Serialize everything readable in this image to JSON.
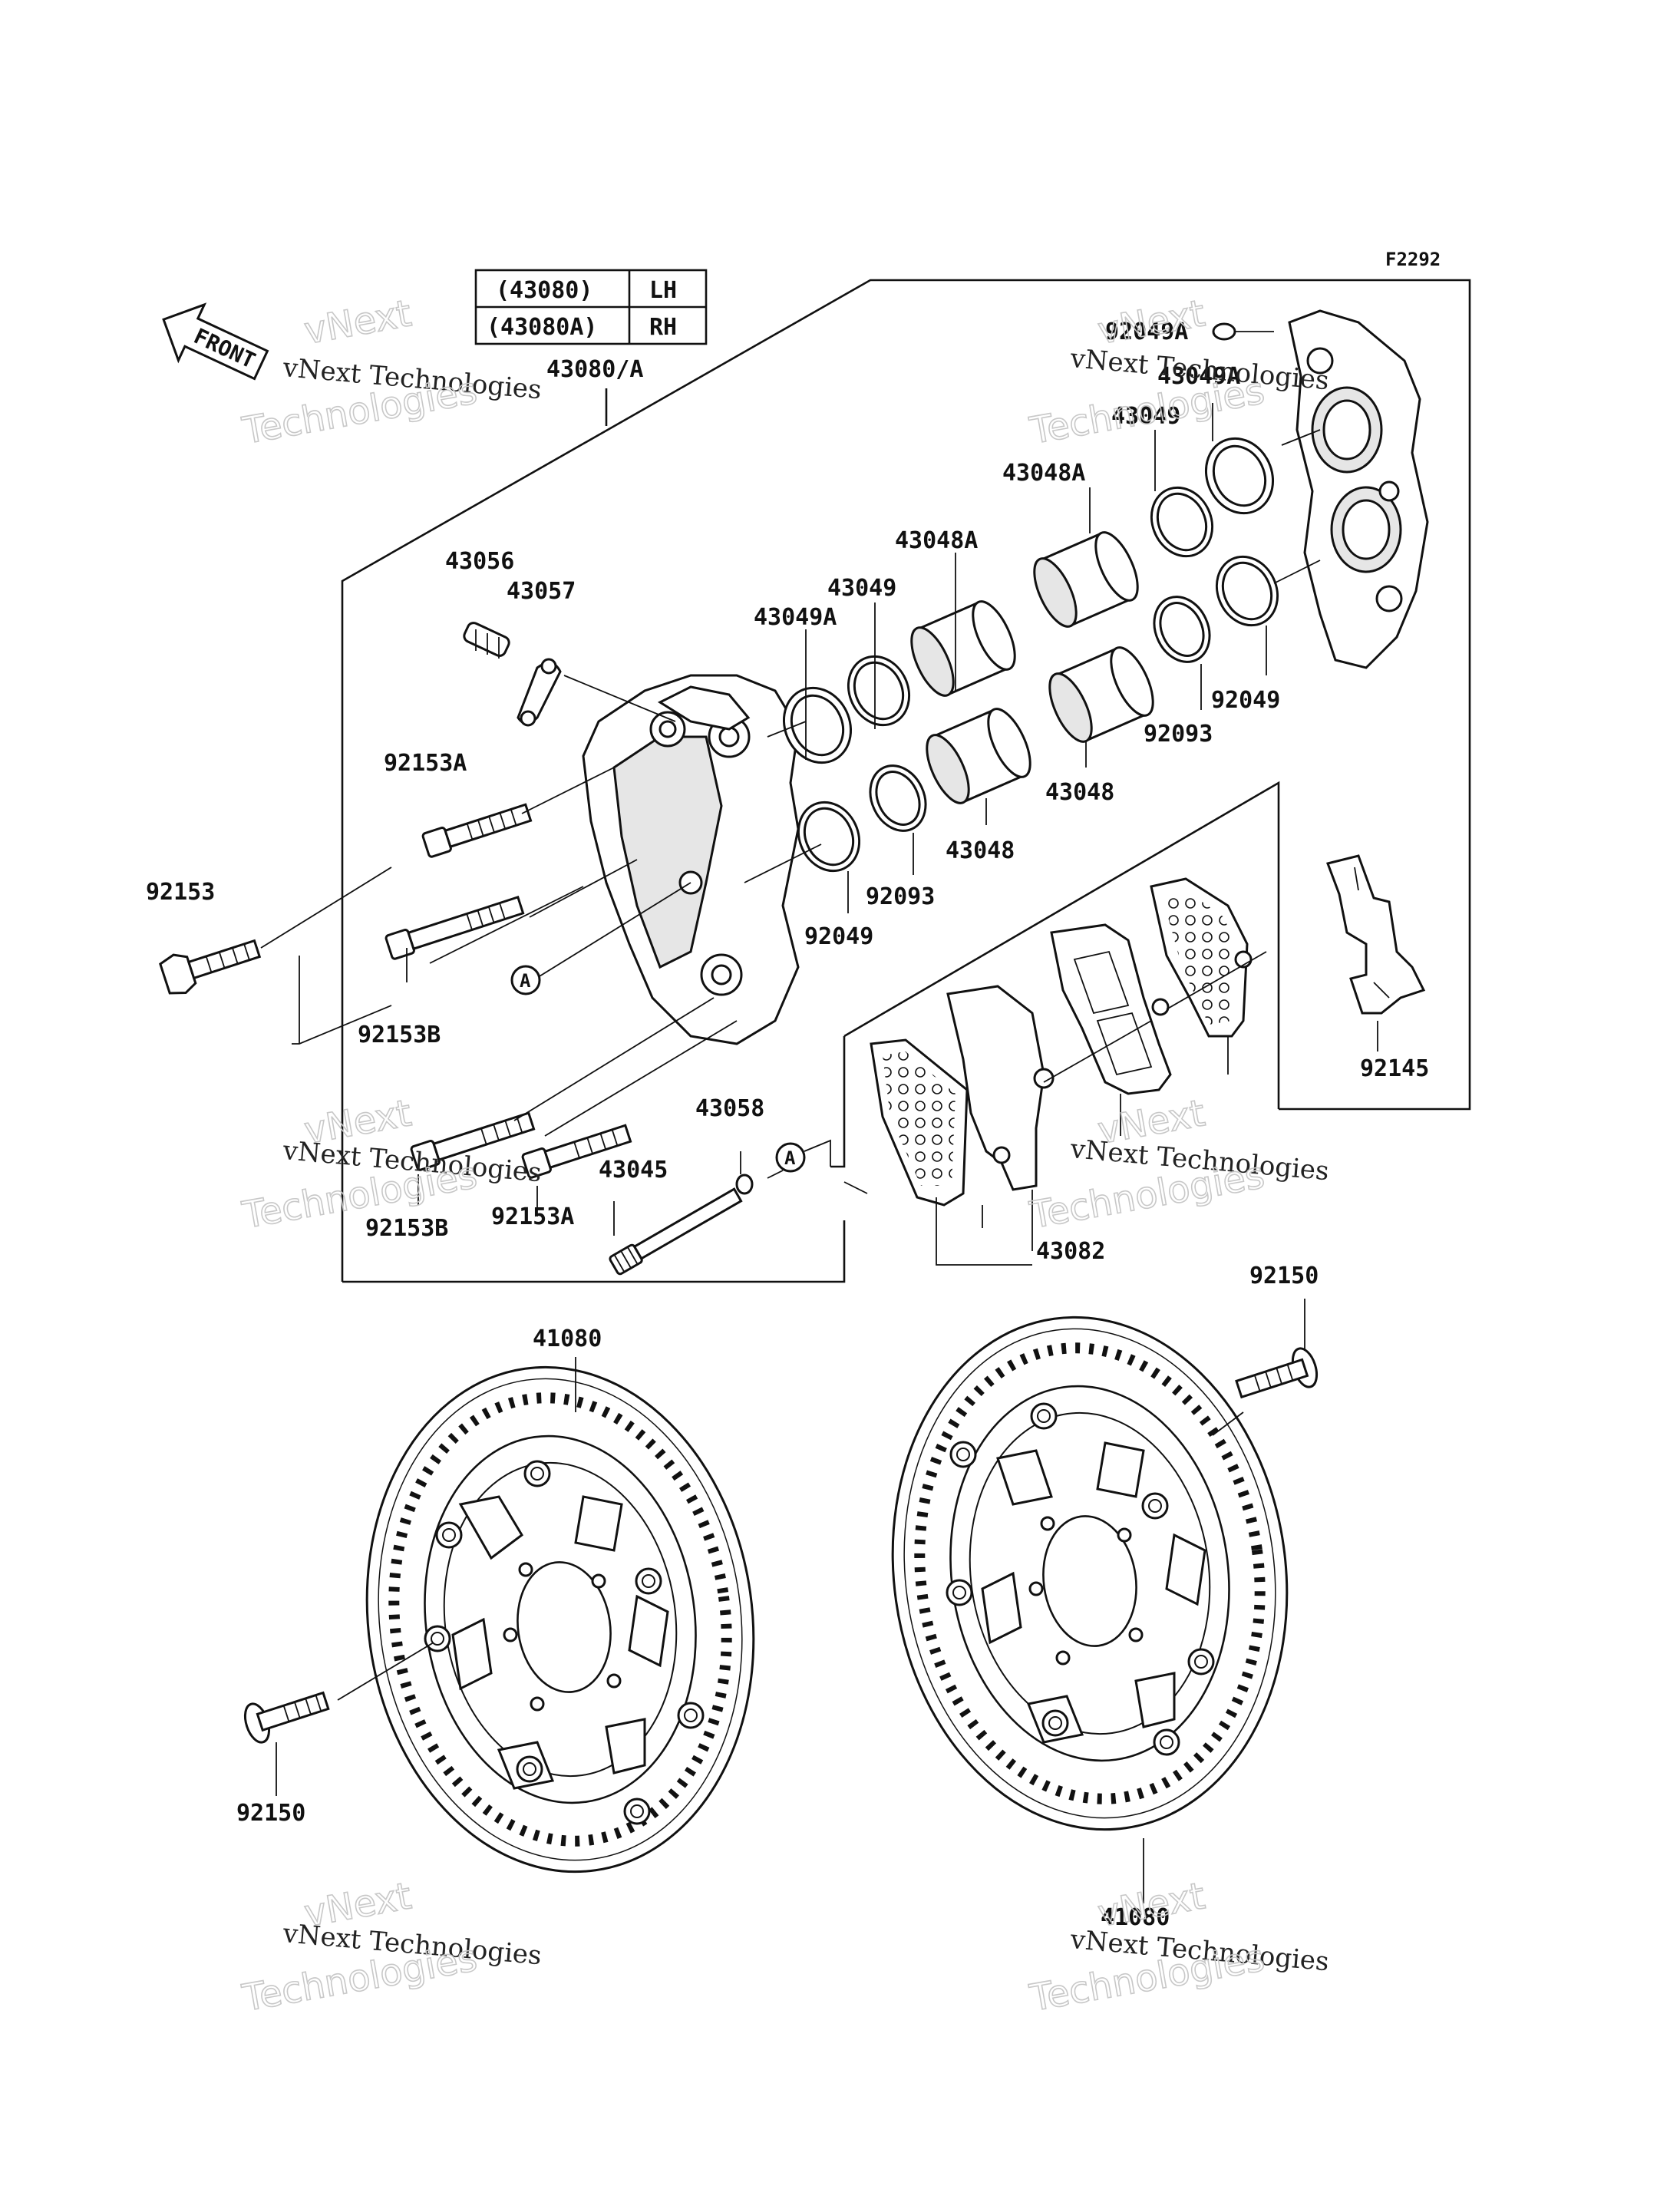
{
  "figure_code": "F2292",
  "front_label": "FRONT",
  "table": {
    "rows": [
      {
        "part": "(43080)",
        "side": "LH"
      },
      {
        "part": "(43080A)",
        "side": "RH"
      }
    ]
  },
  "labels": {
    "caliper_assy": "43080/A",
    "bleeder": "43056",
    "cap": "43057",
    "bolt_92153A_top": "92153A",
    "bolt_92153": "92153",
    "bolt_92153B_left": "92153B",
    "bolt_92153B_bottom": "92153B",
    "bolt_92153A_bottom": "92153A",
    "pin": "43045",
    "ring_43058": "43058",
    "seal_43049A_left": "43049A",
    "seal_43049_left": "43049",
    "piston_43048A_left": "43048A",
    "piston_43048_left": "43048",
    "seal_92093_left": "92093",
    "seal_92049_left": "92049",
    "piston_43048A_right": "43048A",
    "piston_43048_right": "43048",
    "seal_43049_right": "43049",
    "seal_92093_right": "92093",
    "seal_92049_right": "92049",
    "seal_92049A_top": "92049A",
    "seal_43049A_right": "43049A",
    "pad_set": "43082",
    "spring": "92145",
    "disc_left": "41080",
    "disc_right": "41080",
    "disc_bolt_left": "92150",
    "disc_bolt_right": "92150",
    "ref_a_1": "A",
    "ref_a_2": "A"
  },
  "watermark": {
    "line1": "vNext Technologies",
    "line2": "vNext",
    "line3": "Technologies"
  }
}
